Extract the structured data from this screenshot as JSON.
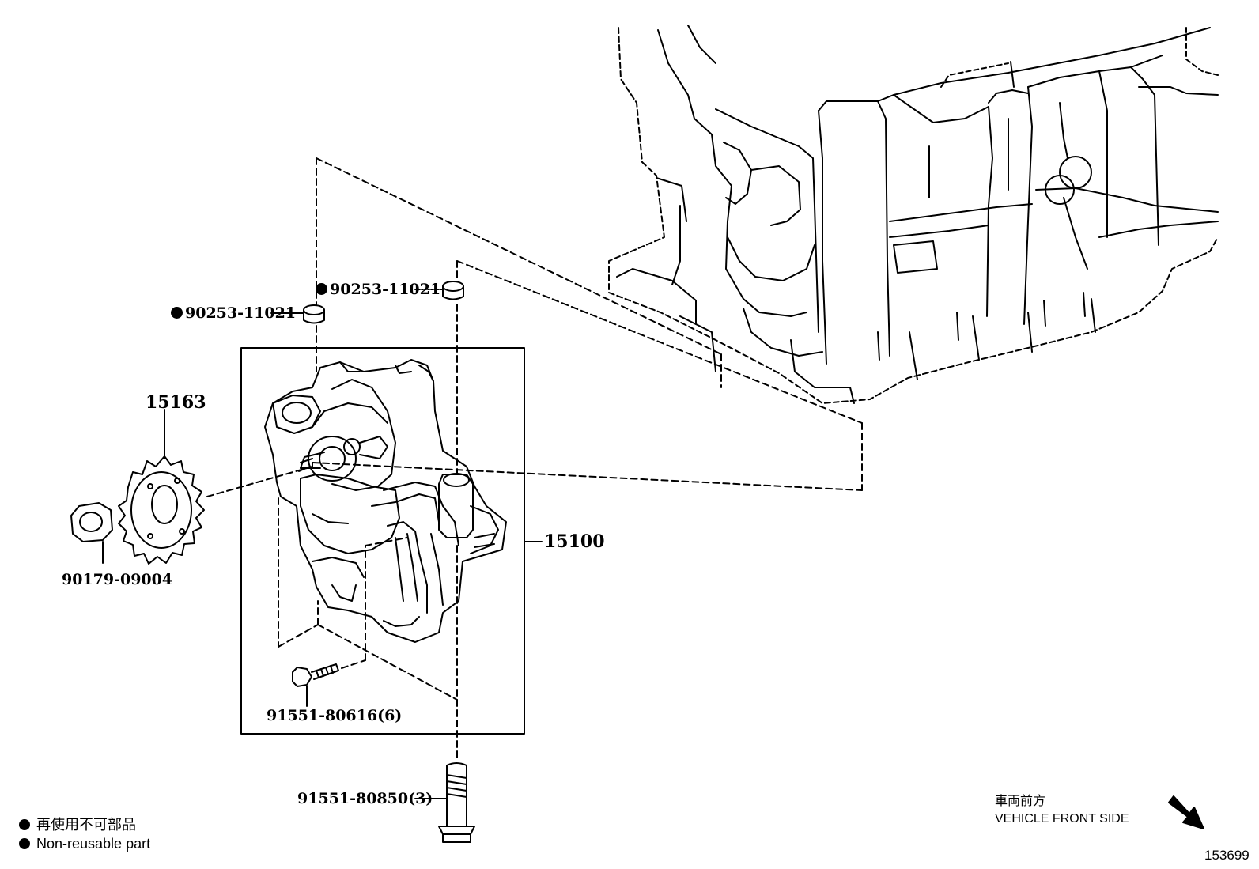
{
  "parts": {
    "sprocket": "15163",
    "oil_pump": "15100",
    "nut": "90179-09004",
    "pin_left": "90253-11021",
    "pin_right": "90253-11021",
    "bolt_small": "91551-80616(6)",
    "bolt_long": "91551-80850(3)"
  },
  "legend": {
    "non_reusable_jp": "再使用不可部品",
    "non_reusable_en": "Non-reusable part"
  },
  "orientation": {
    "front_jp": "車両前方",
    "front_en": "VEHICLE FRONT SIDE"
  },
  "diagram_id": "153699",
  "colors": {
    "ink": "#000000",
    "paper": "#ffffff"
  }
}
